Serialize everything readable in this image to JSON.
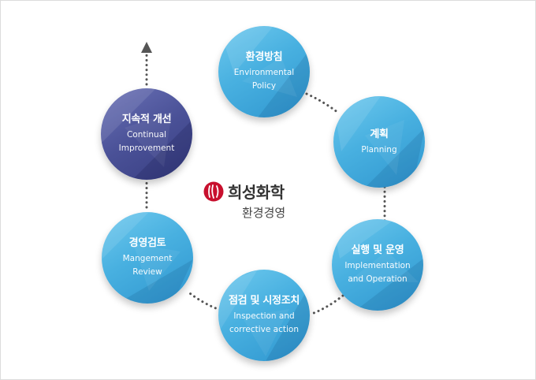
{
  "company": {
    "name": "희성화학",
    "subtitle": "환경경영"
  },
  "cycle": [
    {
      "id": "policy",
      "ko": "환경방침",
      "en": "Environmental\nPolicy",
      "color": "#4bb3e2"
    },
    {
      "id": "planning",
      "ko": "계획",
      "en": "Planning",
      "color": "#4bb3e2"
    },
    {
      "id": "implementation",
      "ko": "실행 및 운영",
      "en": "Implementation\nand Operation",
      "color": "#4bb3e2"
    },
    {
      "id": "inspection",
      "ko": "점검 및 시정조치",
      "en": "Inspection and\ncorrective action",
      "color": "#4bb3e2"
    },
    {
      "id": "review",
      "ko": "경영검토",
      "en": "Mangement\nReview",
      "color": "#4bb3e2"
    },
    {
      "id": "improvement",
      "ko": "지속적 개선",
      "en": "Continual\nImprovement",
      "color": "#4a5197"
    }
  ],
  "colors": {
    "connector": "#555555",
    "logo": "#c8102e",
    "text_dark": "#333333"
  }
}
